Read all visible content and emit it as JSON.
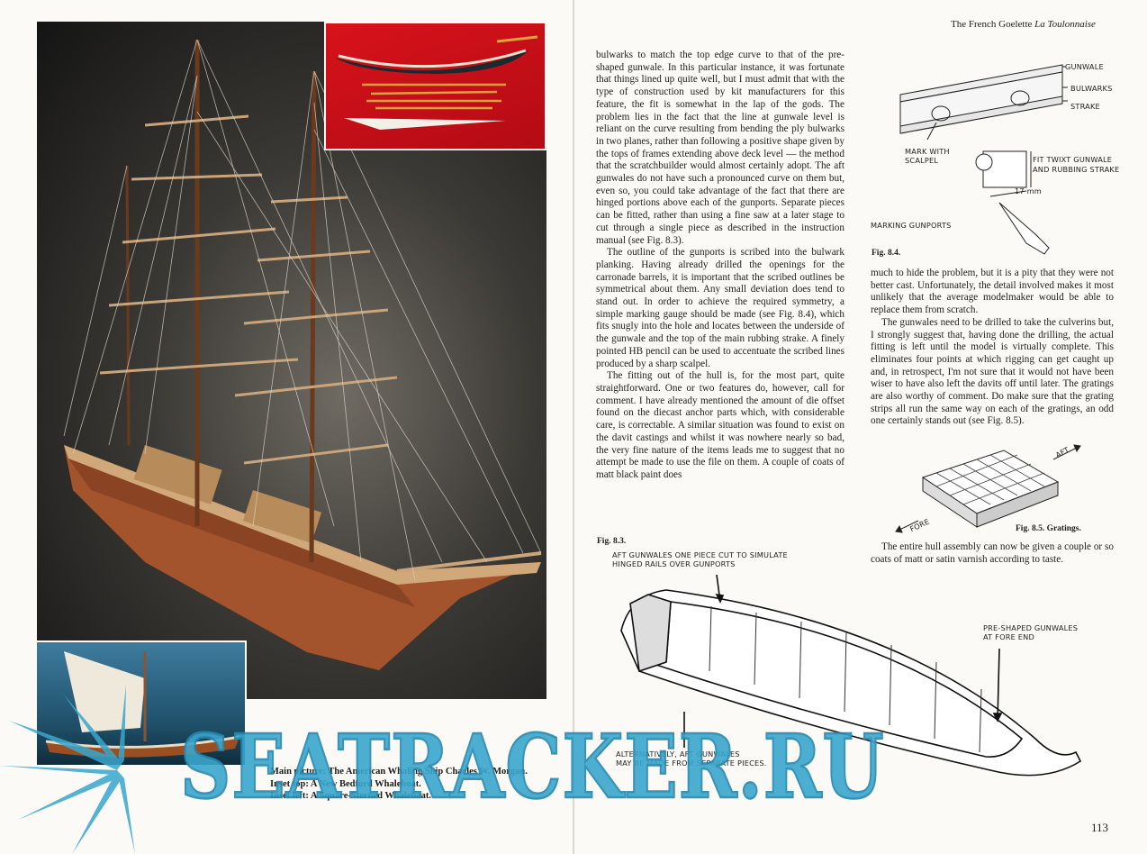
{
  "left_page": {
    "photos": [
      {
        "name": "main-photo",
        "subject": "ship-model"
      },
      {
        "name": "inset-top",
        "subject": "whaleboat-model"
      },
      {
        "name": "inset-left",
        "subject": "whaleboat-model"
      }
    ],
    "caption": {
      "line1": "Main picture: The American Whaling Ship Charles W. Morgan.",
      "line2": "Inset top: A New Bedford Whaleboat.",
      "line3": "Inset left: A Square-Sterned Whaleboat."
    }
  },
  "right_page": {
    "running_head": {
      "prefix": "The French Goelette",
      "title": "La Toulonnaise"
    },
    "col1": [
      "bulwarks to match the top edge curve to that of the pre-shaped gunwale. In this particular instance, it was fortunate that things lined up quite well, but I must admit that with the type of construction used by kit manufacturers for this feature, the fit is somewhat in the lap of the gods. The problem lies in the fact that the line at gunwale level is reliant on the curve resulting from bending the ply bulwarks in two planes, rather than following a positive shape given by the tops of frames extending above deck level — the method that the scratchbuilder would almost certainly adopt. The aft gunwales do not have such a pronounced curve on them but, even so, you could take advantage of the fact that there are hinged portions above each of the gunports. Separate pieces can be fitted, rather than using a fine saw at a later stage to cut through a single piece as described in the instruction manual (see Fig. 8.3).",
      "The outline of the gunports is scribed into the bulwark planking. Having already drilled the openings for the carronade barrels, it is important that the scribed outlines be symmetrical about them. Any small deviation does tend to stand out. In order to achieve the required symmetry, a simple marking gauge should be made (see Fig. 8.4), which fits snugly into the hole and locates between the underside of the gunwale and the top of the main rubbing strake. A finely pointed HB pencil can be used to accentuate the scribed lines produced by a sharp scalpel.",
      "The fitting out of the hull is, for the most part, quite straightforward. One or two features do, however, call for comment. I have already mentioned the amount of die offset found on the diecast anchor parts which, with considerable care, is correctable. A similar situation was found to exist on the davit castings and whilst it was nowhere nearly so bad, the very fine nature of the items leads me to suggest that no attempt be made to use the file on them. A couple of coats of matt black paint does"
    ],
    "col2": [
      "much to hide the problem, but it is a pity that they were not better cast. Unfortunately, the detail involved makes it most unlikely that the average modelmaker would be able to replace them from scratch.",
      "The gunwales need to be drilled to take the culverins but, I strongly suggest that, having done the drilling, the actual fitting is left until the model is virtually complete. This eliminates four points at which rigging can get caught up and, in retrospect, I'm not sure that it would not have been wiser to have also left the davits off until later. The gratings are also worthy of comment. Do make sure that the grating strips all run the same way on each of the gratings, an odd one certainly stands out (see Fig. 8.5)."
    ],
    "final_para": "The entire hull assembly can now be given a couple or so coats of matt or satin varnish according to taste.",
    "fig84": {
      "title": "Fig. 8.4.",
      "gunwale": "GUNWALE",
      "bulwarks": "BULWARKS",
      "strake": "STRAKE",
      "mark1": "MARK WITH",
      "mark2": "SCALPEL",
      "fit1": "FIT TWIXT GUNWALE",
      "fit2": "AND RUBBING STRAKE",
      "size": "17 mm",
      "marking": "MARKING GUNPORTS"
    },
    "fig85": {
      "title": "Fig. 8.5. Gratings.",
      "aft": "AFT",
      "fore": "FORE"
    },
    "fig83": {
      "title": "Fig. 8.3.",
      "aft1": "AFT GUNWALES ONE PIECE CUT TO SIMULATE",
      "aft2": "HINGED RAILS OVER GUNPORTS",
      "pre1": "PRE-SHAPED GUNWALES",
      "pre2": "AT FORE END",
      "alt1": "ALTERNATIVELY, AFT GUNWALES",
      "alt2": "MAY BE MADE FROM SEPARATE PIECES."
    },
    "page_number": "113"
  },
  "watermark": "SEATRACKER.RU",
  "colors": {
    "watermark": "#3aa6cc",
    "inset_top_bg": "#d8121b",
    "inset_left_bg": "#2f6b8c"
  }
}
